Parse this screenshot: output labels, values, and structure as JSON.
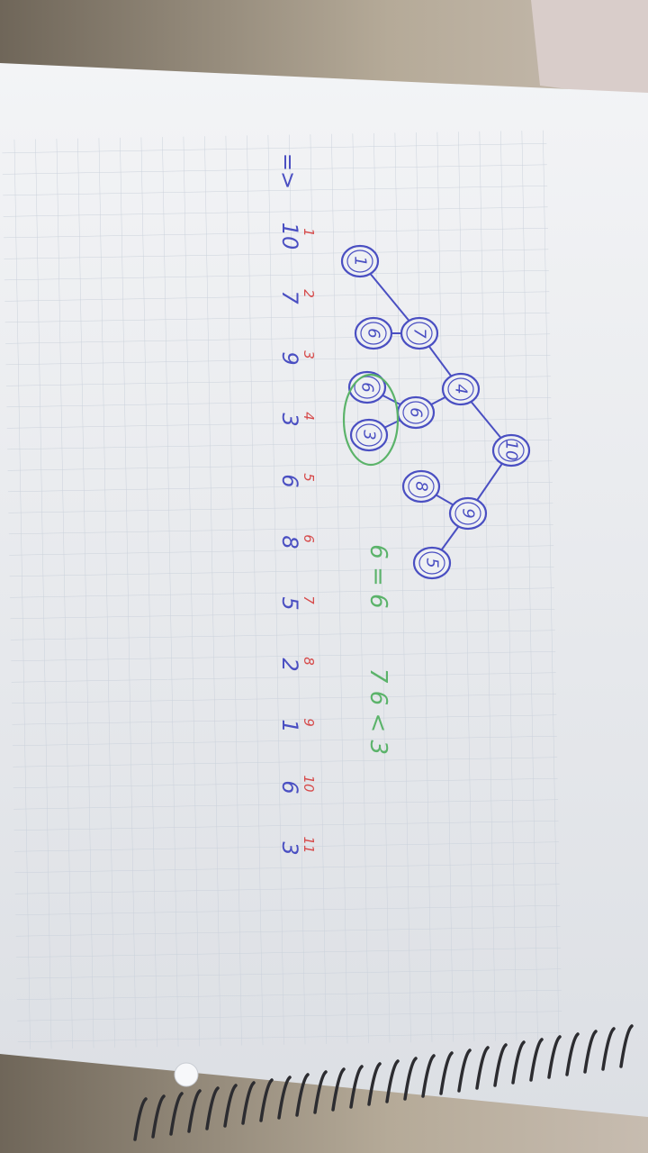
{
  "colors": {
    "ink_blue": "#4a4fc2",
    "ink_red": "#d64a4a",
    "ink_green": "#5bb36a",
    "paper": "#eef0f3",
    "grid": "#cdd3dc",
    "background": "#b7ab97"
  },
  "tree": {
    "nodes": [
      {
        "id": "n1",
        "label": "1"
      },
      {
        "id": "n2",
        "label": "7"
      },
      {
        "id": "n3",
        "label": "4"
      },
      {
        "id": "n4",
        "label": "10"
      },
      {
        "id": "n5",
        "label": "9"
      },
      {
        "id": "n6",
        "label": "5"
      },
      {
        "id": "n7",
        "label": "8"
      },
      {
        "id": "n8",
        "label": "6"
      },
      {
        "id": "n9",
        "label": "6"
      },
      {
        "id": "n10",
        "label": "3"
      },
      {
        "id": "n11",
        "label": "6"
      }
    ]
  },
  "array": {
    "indices": [
      "1",
      "2",
      "3",
      "4",
      "5",
      "6",
      "7",
      "8",
      "9",
      "10",
      "11"
    ],
    "values": [
      "10",
      "7",
      "9",
      "3",
      "6",
      "8",
      "5",
      "2",
      "1",
      "6",
      "3"
    ],
    "prefix": "=>"
  },
  "green_notes": [
    "6 = 6",
    "7 6 < 3"
  ]
}
